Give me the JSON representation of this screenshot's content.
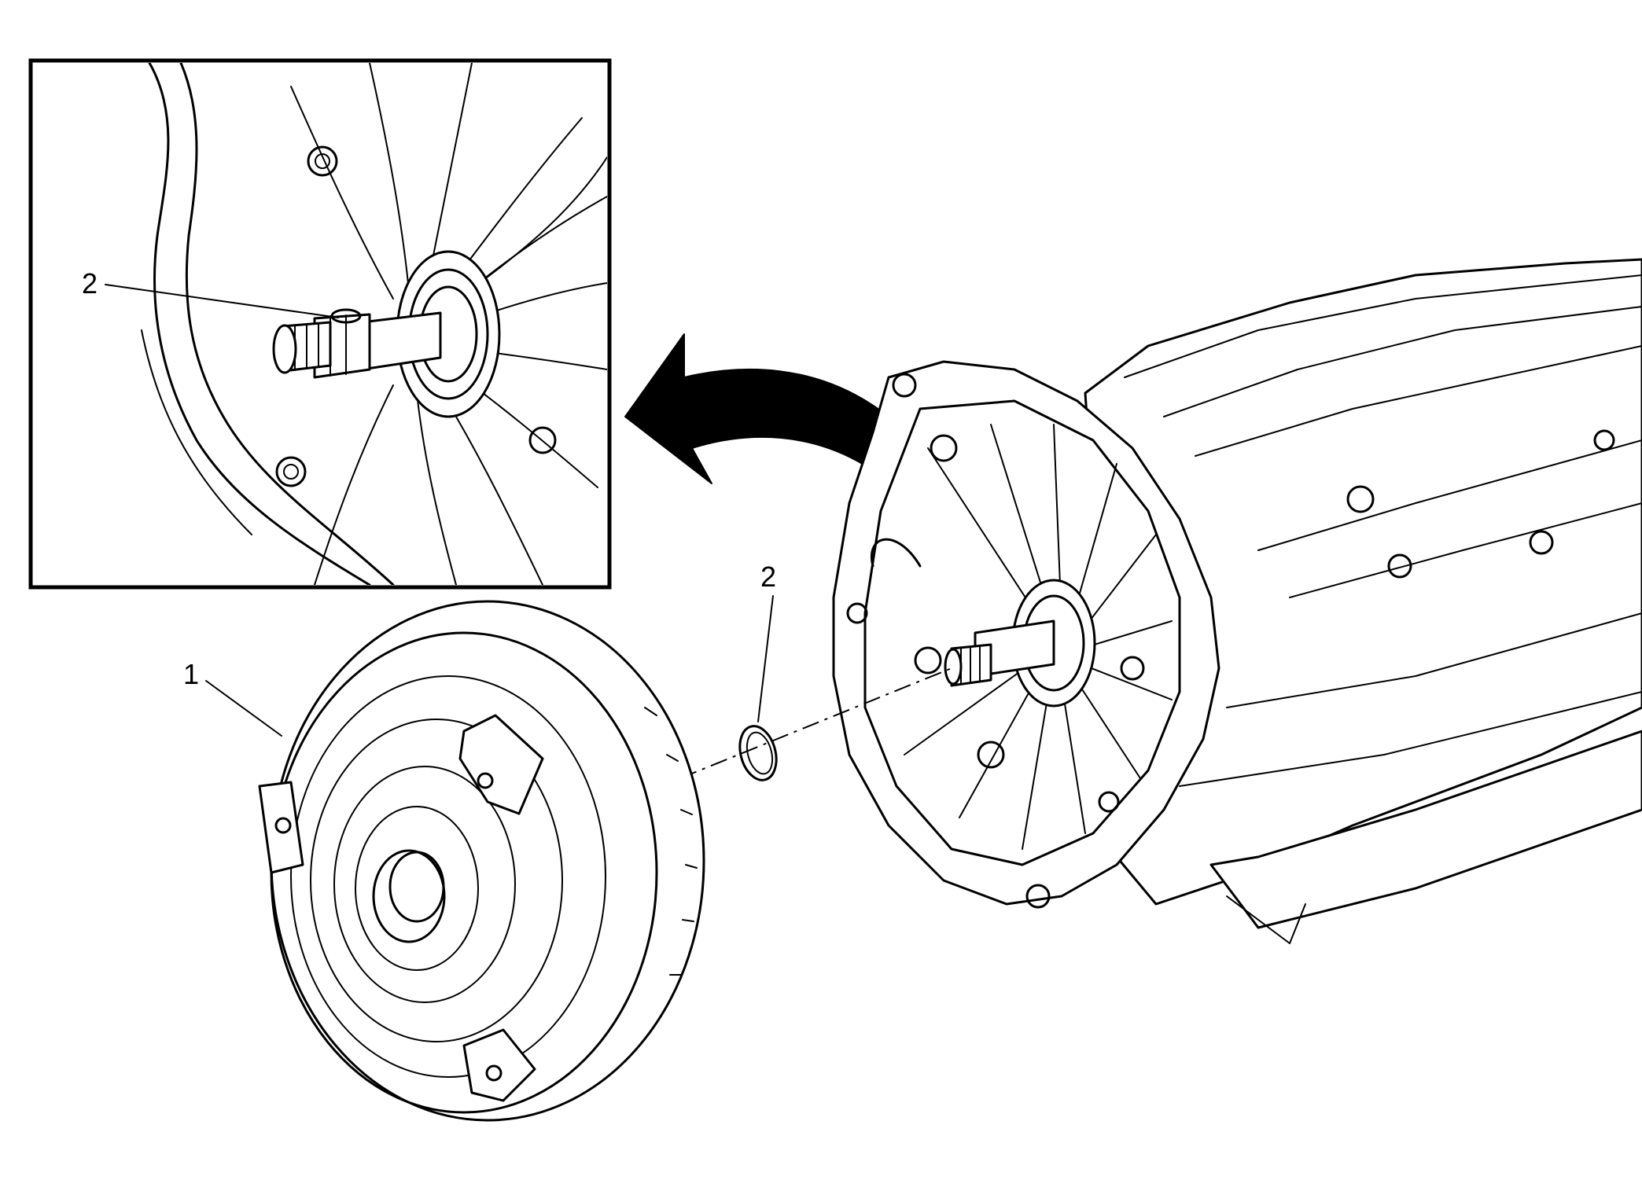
{
  "figure": {
    "callouts": {
      "converter": "1",
      "seal_main": "2",
      "seal_detail": "2"
    }
  },
  "colors": {
    "line": "#000000",
    "background": "#ffffff"
  }
}
